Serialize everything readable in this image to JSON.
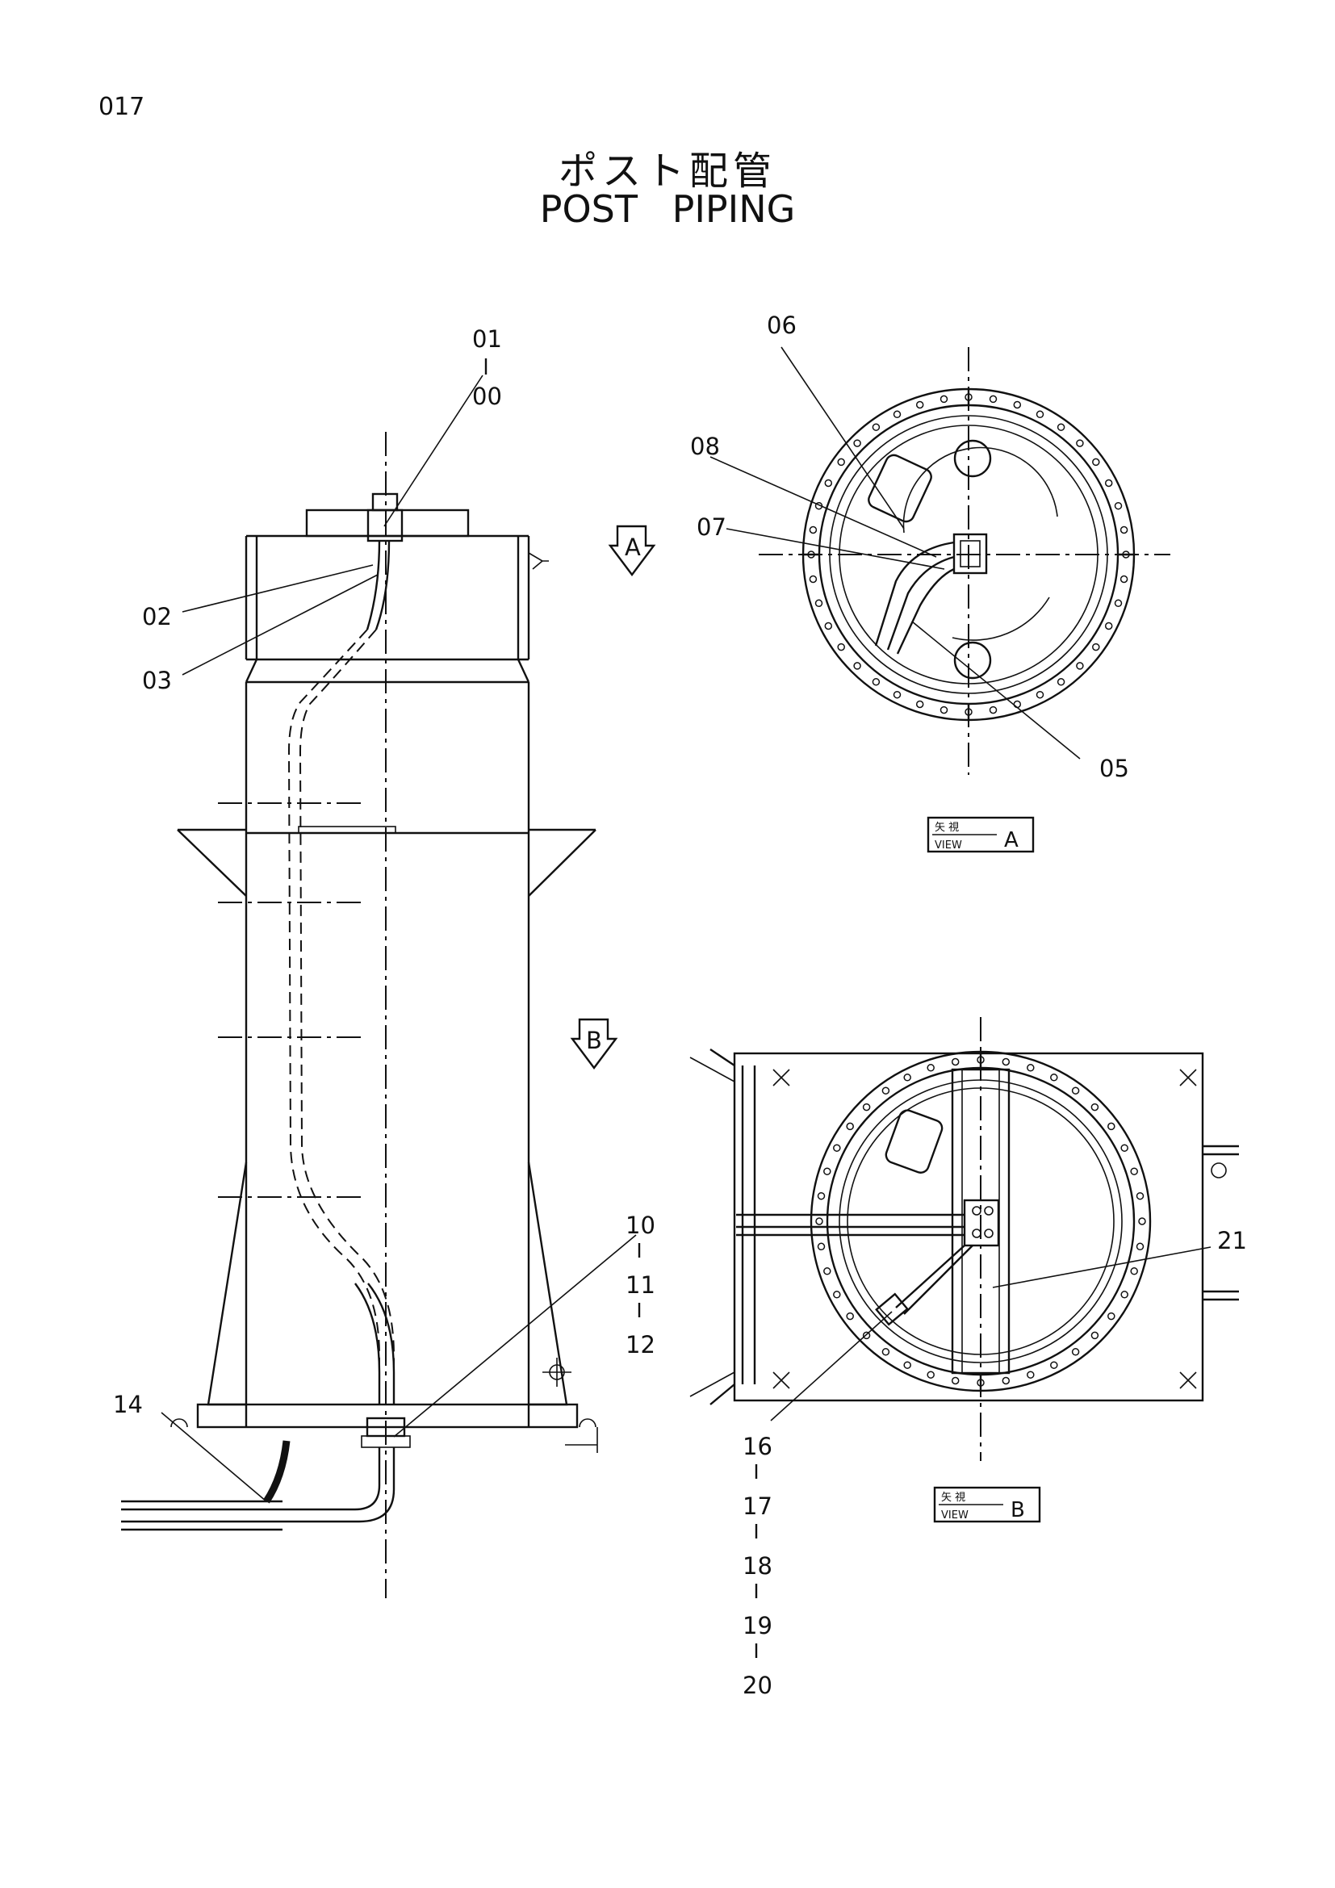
{
  "page_number": "017",
  "title_jp": "ポスト配管",
  "title_en": "POST PIPING",
  "callouts": {
    "c01": "01",
    "c00": "00",
    "c02": "02",
    "c03": "03",
    "c05": "05",
    "c06": "06",
    "c07": "07",
    "c08": "08",
    "c10": "10",
    "c11": "11",
    "c12": "12",
    "c14": "14",
    "c16": "16",
    "c17": "17",
    "c18": "18",
    "c19": "19",
    "c20": "20",
    "c21": "21"
  },
  "view_markers": {
    "a": "A",
    "b": "B"
  },
  "view_labels": {
    "a": {
      "jp": "矢 視",
      "en": "VIEW",
      "letter": "A"
    },
    "b": {
      "jp": "矢 視",
      "en": "VIEW",
      "letter": "B"
    }
  }
}
